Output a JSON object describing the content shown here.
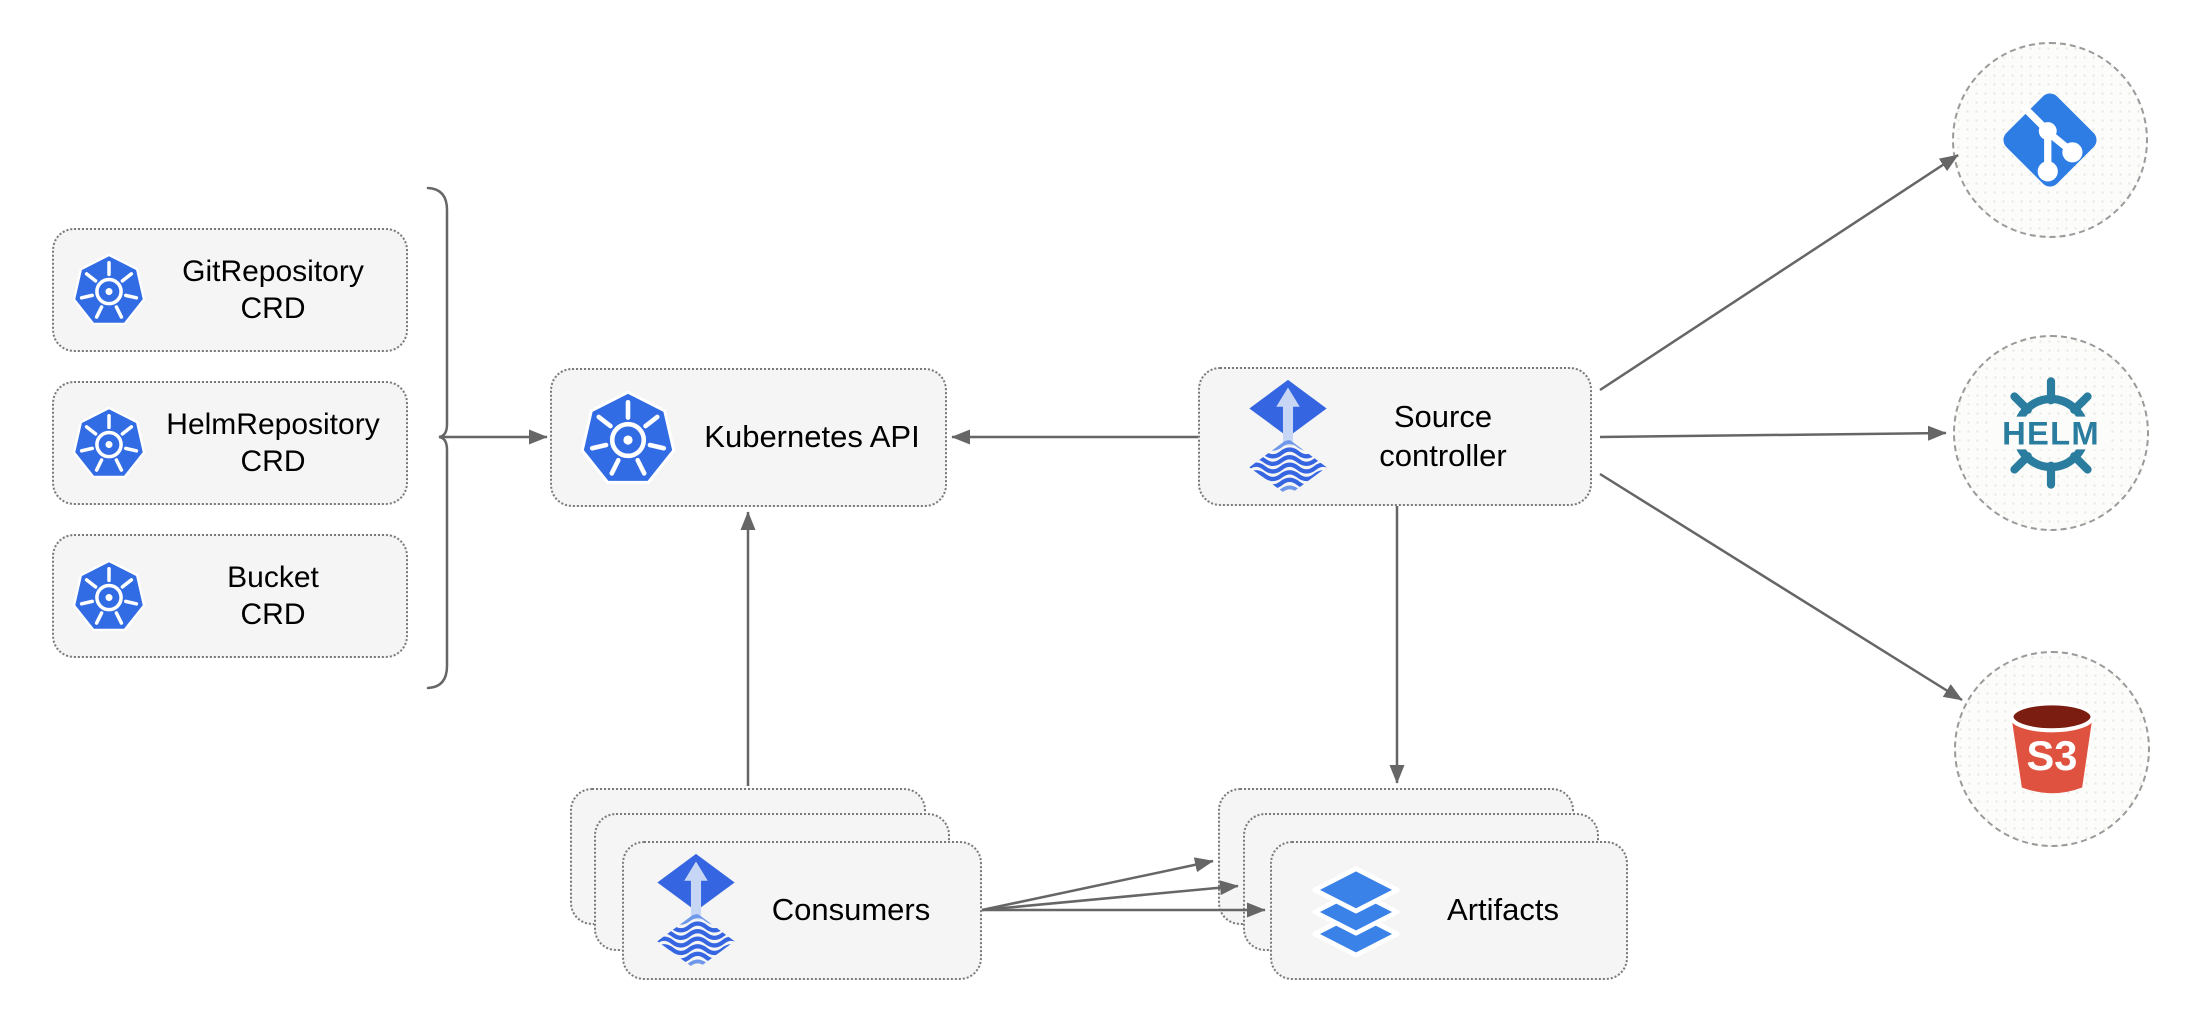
{
  "colors": {
    "arrow": "#666666",
    "box_fill": "#f5f5f5",
    "box_border": "#7a7a7a",
    "circle_border": "#9a9a9a",
    "kubernetes_blue": "#326ce5",
    "flux_blue": "#3565e0",
    "flux_arrow_light": "#c7d6f5",
    "git_blue": "#2d7de4",
    "helm_teal": "#2a7d9e",
    "s3_red": "#df523f",
    "s3_dark_red": "#7b1d10",
    "layers_blue": "#3b82e8"
  },
  "crd_group": {
    "items": [
      {
        "line1": "GitRepository",
        "line2": "CRD",
        "icon": "kubernetes-icon"
      },
      {
        "line1": "HelmRepository",
        "line2": "CRD",
        "icon": "kubernetes-icon"
      },
      {
        "line1": "Bucket",
        "line2": "CRD",
        "icon": "kubernetes-icon"
      }
    ]
  },
  "kubernetes_api": {
    "label": "Kubernetes API",
    "icon": "kubernetes-icon"
  },
  "source_controller": {
    "line1": "Source",
    "line2": "controller",
    "icon": "flux-icon"
  },
  "consumers": {
    "label": "Consumers",
    "icon": "flux-icon"
  },
  "artifacts": {
    "label": "Artifacts",
    "icon": "layers-icon"
  },
  "sources": {
    "git": {
      "icon": "git-icon"
    },
    "helm": {
      "icon": "helm-icon",
      "label": "HELM"
    },
    "s3": {
      "icon": "s3-icon",
      "label": "S3"
    }
  }
}
